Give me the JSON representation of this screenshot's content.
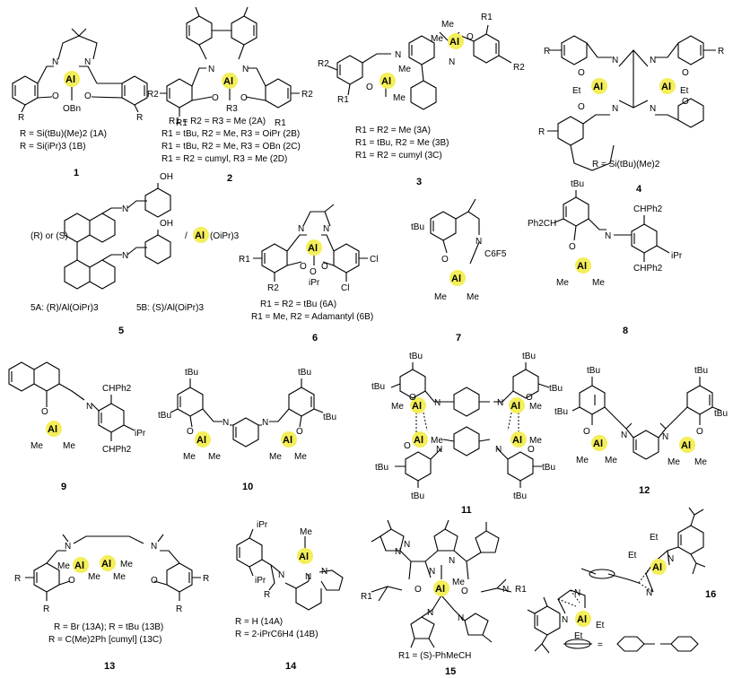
{
  "compounds": [
    {
      "id": "1",
      "atoms": [
        "N",
        "N",
        "Al",
        "O",
        "O",
        "OBn",
        "R",
        "R"
      ],
      "labels": [
        "R = Si(tBu)(Me)2 (1A)",
        "R = Si(iPr)3 (1B)"
      ]
    },
    {
      "id": "2",
      "atoms": [
        "N",
        "N",
        "Al",
        "O",
        "O",
        "R3",
        "R2",
        "R2",
        "R1",
        "R1"
      ],
      "labels": [
        "R1 = R2 = R3 = Me (2A)",
        "R1 = tBu, R2 = Me, R3 = OiPr (2B)",
        "R1 = tBu, R2 = Me, R3 = OBn (2C)",
        "R1 = R2 = cumyl, R3 = Me (2D)"
      ]
    },
    {
      "id": "3",
      "atoms": [
        "N",
        "Al",
        "O",
        "Me",
        "Me",
        "N",
        "Al",
        "O",
        "Me",
        "Me",
        "R1",
        "R2",
        "R1",
        "R2"
      ],
      "labels": [
        "R1 = R2 = Me (3A)",
        "R1 = tBu, R2 = Me (3B)",
        "R1 = R2 = cumyl (3C)"
      ]
    },
    {
      "id": "4",
      "atoms": [
        "R",
        "O",
        "N",
        "Al",
        "Et",
        "O",
        "N",
        "N",
        "Al",
        "Et",
        "O",
        "O",
        "N",
        "R",
        "R"
      ],
      "labels": [
        "R = Si(tBu)(Me)2"
      ]
    },
    {
      "id": "5",
      "atoms": [
        "N",
        "OH",
        "N",
        "OH",
        "(R) or (S)",
        "/",
        "Al",
        "(OiPr)3"
      ],
      "labels": [
        "5A: (R)/Al(OiPr)3",
        "5B: (S)/Al(OiPr)3"
      ]
    },
    {
      "id": "6",
      "atoms": [
        "N",
        "N",
        "Al",
        "O",
        "O",
        "O",
        "iPr",
        "R1",
        "R2",
        "Cl",
        "Cl"
      ],
      "labels": [
        "R1 = R2 = tBu (6A)",
        "R1 = Me, R2 = Adamantyl (6B)"
      ]
    },
    {
      "id": "7",
      "atoms": [
        "tBu",
        "O",
        "N",
        "C6F5",
        "Al",
        "Me",
        "Me"
      ],
      "labels": []
    },
    {
      "id": "8",
      "atoms": [
        "tBu",
        "Ph2CH",
        "O",
        "N",
        "CHPh2",
        "CHPh2",
        "iPr",
        "Al",
        "Me",
        "Me"
      ],
      "labels": []
    },
    {
      "id": "9",
      "atoms": [
        "O",
        "N",
        "CHPh2",
        "CHPh2",
        "iPr",
        "Al",
        "Me",
        "Me"
      ],
      "labels": []
    },
    {
      "id": "10",
      "atoms": [
        "tBu",
        "tBu",
        "O",
        "N",
        "Al",
        "Me",
        "Me",
        "tBu",
        "tBu",
        "N",
        "O",
        "Al",
        "Me",
        "Me"
      ],
      "labels": []
    },
    {
      "id": "11",
      "atoms": [
        "tBu",
        "tBu",
        "tBu",
        "tBu",
        "tBu",
        "tBu",
        "tBu",
        "tBu",
        "Me",
        "Al",
        "O",
        "N",
        "N",
        "Al",
        "O",
        "Me",
        "O",
        "Al",
        "Me",
        "N",
        "N",
        "Al",
        "Me",
        "O"
      ],
      "labels": []
    },
    {
      "id": "12",
      "atoms": [
        "tBu",
        "tBu",
        "tBu",
        "tBu",
        "O",
        "N",
        "Al",
        "Me",
        "Me",
        "N",
        "O",
        "Al",
        "Me",
        "Me"
      ],
      "labels": []
    },
    {
      "id": "13",
      "atoms": [
        "N",
        "N",
        "Al",
        "Al",
        "Me",
        "Me",
        "Me",
        "Me",
        "O",
        "O",
        "R",
        "R",
        "R",
        "R"
      ],
      "labels": [
        "R = Br (13A); R = tBu (13B)",
        "R = C(Me)2Ph [cumyl] (13C)"
      ]
    },
    {
      "id": "14",
      "atoms": [
        "iPr",
        "iPr",
        "R",
        "N",
        "Al",
        "Me",
        "N",
        "N"
      ],
      "labels": [
        "R = H (14A)",
        "R = 2-iPrC6H4 (14B)"
      ]
    },
    {
      "id": "15",
      "atoms": [
        "N",
        "N",
        "R1",
        "O",
        "Al",
        "Me",
        "O",
        "N",
        "R1",
        "N",
        "N",
        "N",
        "N"
      ],
      "labels": [
        "R1 = (S)-PhMeCH"
      ]
    },
    {
      "id": "16",
      "atoms": [
        "Et",
        "Et",
        "Al",
        "N",
        "N",
        "N",
        "N",
        "Al",
        "Et",
        "Et"
      ],
      "labels": [
        "="
      ]
    }
  ]
}
